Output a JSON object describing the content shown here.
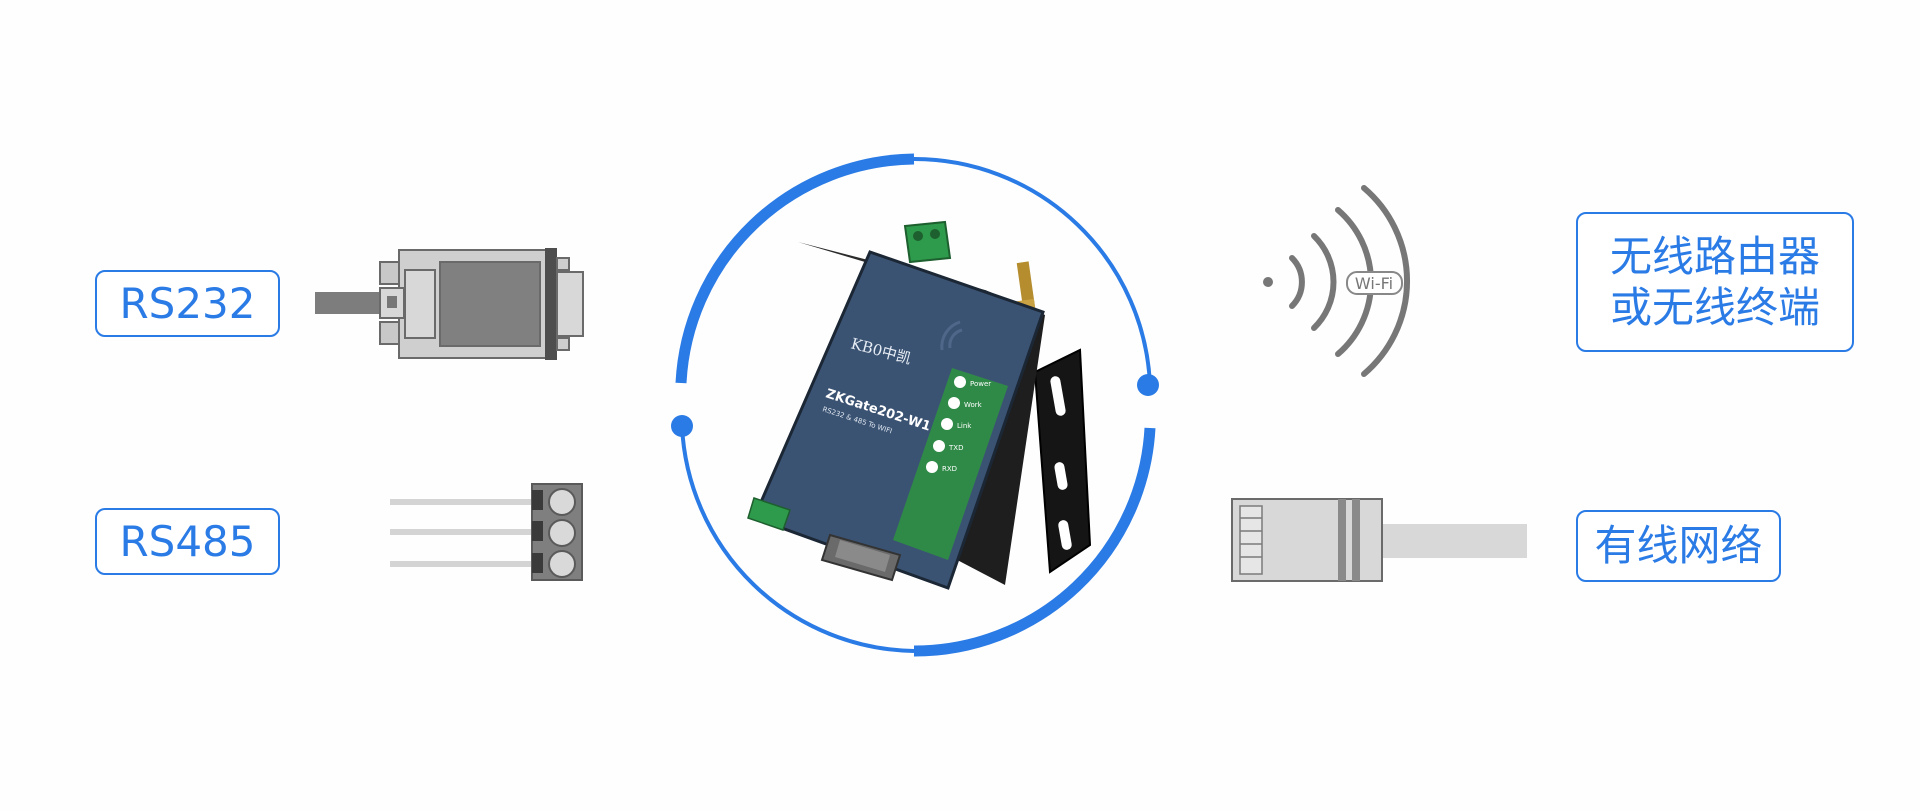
{
  "interfaces": {
    "rs232": "RS232",
    "rs485": "RS485"
  },
  "outputs": {
    "wireless_line1": "无线路由器",
    "wireless_line2": "或无线终端",
    "wired": "有线网络",
    "wifi_logo": "Wi-Fi"
  },
  "device": {
    "brand": "KB0中凯",
    "model": "ZKGate202-W1",
    "subtitle": "RS232 & 485 To WIFI",
    "leds": [
      "Power",
      "Work",
      "Link",
      "TXD",
      "RXD"
    ]
  },
  "colors": {
    "accent": "#2a7be6",
    "device_body": "#3b5373",
    "led_panel": "#2f8a47",
    "connector_gray": "#7a7a7a"
  }
}
